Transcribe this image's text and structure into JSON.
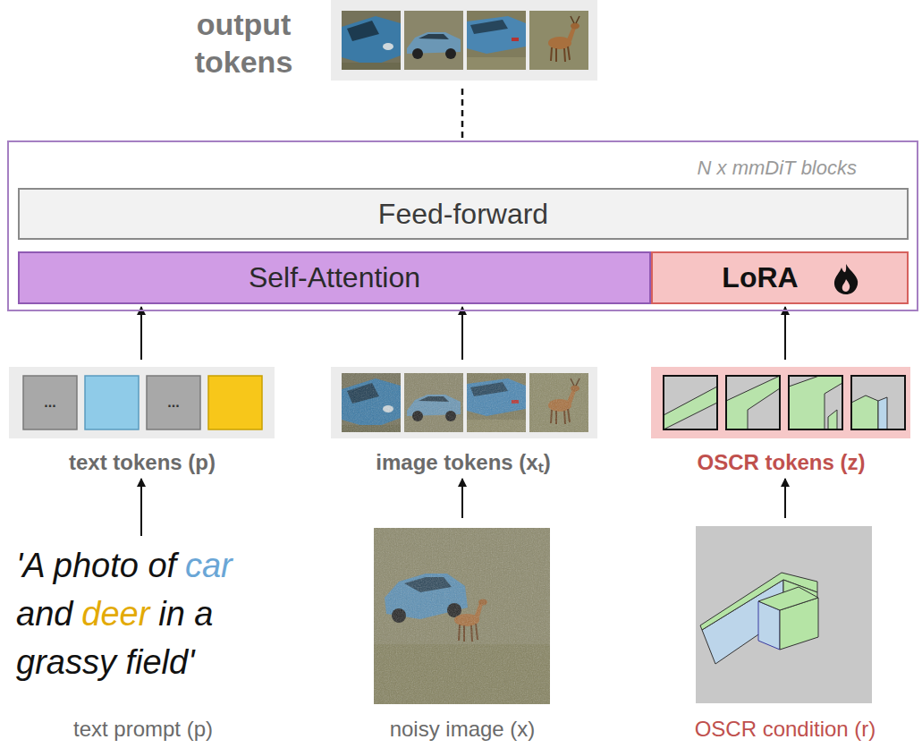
{
  "diagram": {
    "nodes": [
      {
        "text": [
          "output tokens"
        ]
      },
      {
        "text": [
          "N x mmDiT blocks"
        ]
      },
      {
        "text": [
          "Feed-forward"
        ],
        "in": 1
      },
      {
        "text": [
          "Self-Attention"
        ],
        "in": 1
      },
      {
        "text": [
          "LoRA"
        ],
        "in": 1
      },
      {
        "text": [
          "text tokens (p)"
        ]
      },
      {
        "text": [
          "image tokens (xₜ)"
        ]
      },
      {
        "text": [
          "OSCR tokens (z)"
        ]
      },
      {
        "text": [
          "'A photo of",
          "car",
          "and",
          "deer",
          "in a grassy field'",
          "text prompt (p)"
        ]
      },
      {
        "text": [
          "noisy image (x)"
        ]
      },
      {
        "text": [
          "OSCR condition (r)"
        ]
      }
    ],
    "edges": [
      {
        "from": 1,
        "to": 0,
        "arrow": "none"
      },
      {
        "from": 5,
        "to": 3,
        "arrow": "to"
      },
      {
        "from": 6,
        "to": 3,
        "arrow": "to"
      },
      {
        "from": 7,
        "to": 4,
        "arrow": "to"
      },
      {
        "from": 8,
        "to": 5,
        "arrow": "to"
      },
      {
        "from": 9,
        "to": 6,
        "arrow": "to"
      },
      {
        "from": 10,
        "to": 7,
        "arrow": "to"
      }
    ],
    "labels": [
      "...",
      "..."
    ]
  }
}
